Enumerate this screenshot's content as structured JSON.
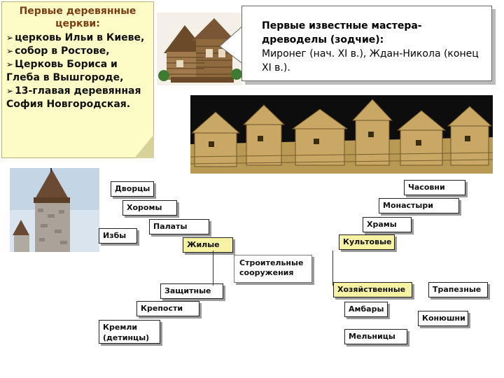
{
  "note": {
    "title": "Первые деревянные церкви:",
    "items": [
      "церковь Ильи в Киеве,",
      "собор в Ростове,",
      "Церковь Бориса и Глеба в Вышгороде,",
      "13-главая деревянная София Новгородская."
    ]
  },
  "callout": {
    "title": "Первые известные мастера-древоделы (зодчие):",
    "body": "Миронег (нач. XI в.), Ждан-Никола (конец XI в.)."
  },
  "diagram": {
    "center": "Строительные сооружения",
    "left": {
      "residential": "Жилые",
      "chambers": "Палаты",
      "mansions": "Хоромы",
      "palaces": "Дворцы",
      "huts": "Избы",
      "defensive": "Защитные",
      "fortresses": "Крепости",
      "kremlins": "Кремли (детинцы)"
    },
    "right": {
      "religious": "Культовые",
      "temples": "Храмы",
      "monasteries": "Монастыри",
      "chapels": "Часовни",
      "economic": "Хозяйственные",
      "refectories": "Трапезные",
      "barns": "Амбары",
      "stables": "Конюшни",
      "mills": "Мельницы"
    }
  }
}
